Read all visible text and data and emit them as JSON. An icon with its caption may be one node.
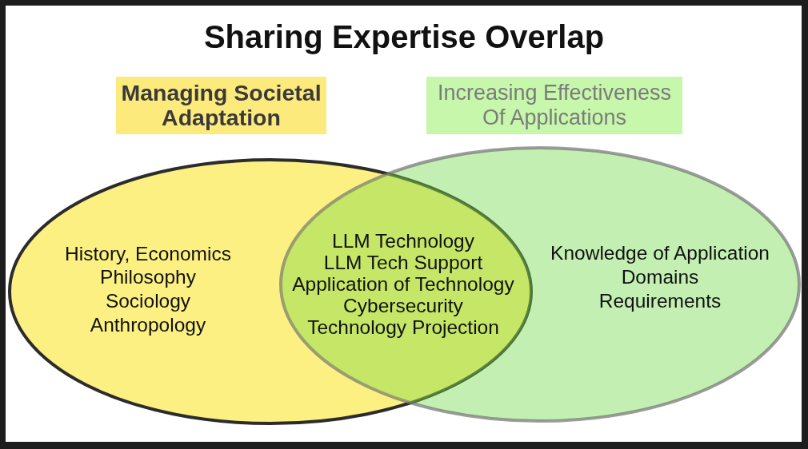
{
  "diagram": {
    "title": "Sharing Expertise Overlap",
    "nodes": [
      {
        "text": [
          "Managing Societal Adaptation"
        ]
      },
      {
        "text": [
          "Increasing Effectiveness Of Applications"
        ]
      },
      {
        "text": [
          "History, Economics",
          "Philosophy",
          "Sociology",
          "Anthropology"
        ]
      },
      {
        "text": [
          "Knowledge of Application Domains",
          "Requirements"
        ]
      },
      {
        "text": [
          "LLM Technology",
          "LLM Tech Support",
          "Application of Technology",
          "Cybersecurity",
          "Technology Projection"
        ]
      }
    ]
  }
}
